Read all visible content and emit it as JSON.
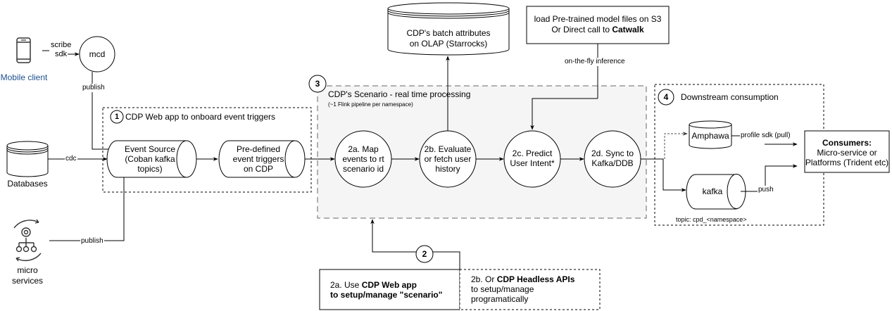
{
  "nodes": {
    "mobile_client": {
      "label": "Mobile client"
    },
    "mcd": {
      "label": "mcd"
    },
    "databases": {
      "label": "Databases"
    },
    "micro_services": {
      "label_line1": "micro",
      "label_line2": "services"
    },
    "event_source": {
      "line1": "Event Source",
      "line2": "(Coban kafka",
      "line3": "topics)"
    },
    "predefined_triggers": {
      "line1": "Pre-defined",
      "line2": "event triggers",
      "line3": "on CDP"
    },
    "batch_attributes": {
      "line1": "CDP's batch attributes",
      "line2": "on OLAP (Starrocks)"
    },
    "model_box": {
      "line1": "load Pre-trained model files on S3",
      "line2_prefix": "Or Direct call to ",
      "line2_bold": "Catwalk"
    },
    "step_2a": {
      "line1": "2a. Map",
      "line2": "events to rt",
      "line3": "scenario id"
    },
    "step_2b": {
      "line1": "2b. Evaluate",
      "line2": "or fetch user",
      "line3": "history"
    },
    "step_2c": {
      "line1": "2c. Predict",
      "line2": "User Intent*"
    },
    "step_2d": {
      "line1": "2d. Sync to",
      "line2": "Kafka/DDB"
    },
    "amphawa": {
      "label": "Amphawa"
    },
    "kafka": {
      "label": "kafka",
      "topic": "topic: cpd_<namespace>"
    },
    "consumers": {
      "title": "Consumers:",
      "line1": "Micro-service or",
      "line2": "Platforms (Trident etc)"
    },
    "setup_webapp": {
      "line1_prefix": "2a. Use ",
      "line1_bold": "CDP Web app",
      "line2_bold": "to setup/manage \"scenario\""
    },
    "setup_headless": {
      "line1_prefix": "2b. Or ",
      "line1_bold": "CDP Headless APIs",
      "line2": "to setup/manage",
      "line3": "programatically"
    }
  },
  "groups": {
    "group1": {
      "number": "1",
      "title": "CDP Web app to onboard event triggers"
    },
    "group3": {
      "number": "3",
      "title": "CDP's Scenario - real time processing",
      "subtitle": "(~1 Flink pipeline per namespace)"
    },
    "group4": {
      "number": "4",
      "title": "Downstream consumption"
    },
    "step2_badge": {
      "number": "2"
    }
  },
  "edges": {
    "scribe_sdk": {
      "line1": "scribe",
      "line2": "sdk"
    },
    "publish_mcd": "publish",
    "cdc": "cdc",
    "publish_micro": "publish",
    "on_the_fly": "on-the-fly inference",
    "profile_sdk": "profile sdk (pull)",
    "push": "push"
  },
  "colors": {
    "stroke": "#000000",
    "group3_fill": "#f5f5f5",
    "dashed_gray": "#777777"
  }
}
